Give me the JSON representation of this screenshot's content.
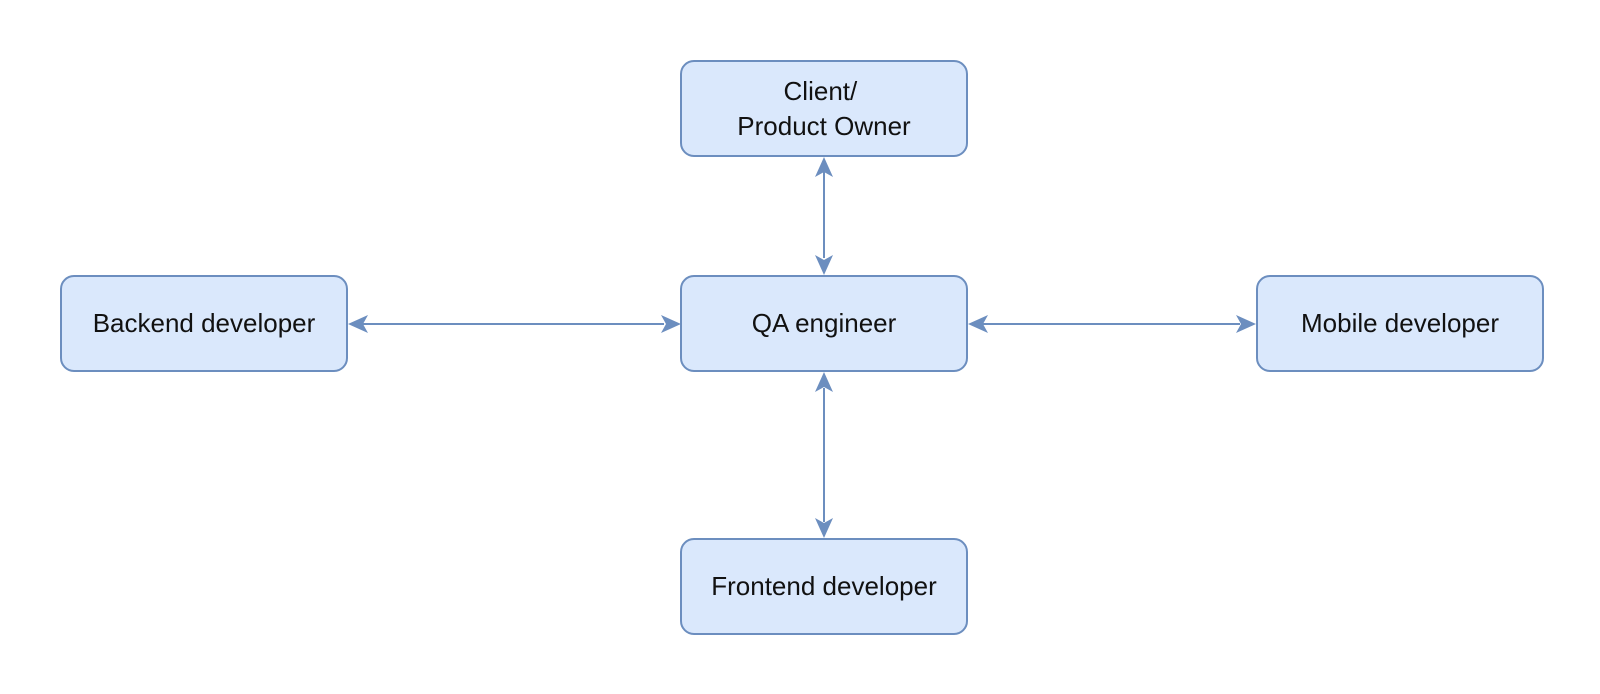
{
  "nodes": {
    "client": {
      "label_line1": "Client/",
      "label_line2": "Product Owner"
    },
    "qa": {
      "label": "QA engineer"
    },
    "backend": {
      "label": "Backend developer"
    },
    "mobile": {
      "label": "Mobile developer"
    },
    "frontend": {
      "label": "Frontend developer"
    }
  },
  "edges": [
    {
      "from": "client",
      "to": "qa",
      "direction": "both"
    },
    {
      "from": "backend",
      "to": "qa",
      "direction": "both"
    },
    {
      "from": "qa",
      "to": "mobile",
      "direction": "both"
    },
    {
      "from": "qa",
      "to": "frontend",
      "direction": "both"
    }
  ],
  "colors": {
    "node_fill": "#dae8fc",
    "node_stroke": "#6c8ebf",
    "edge": "#6c8ebf",
    "text": "#111111"
  }
}
